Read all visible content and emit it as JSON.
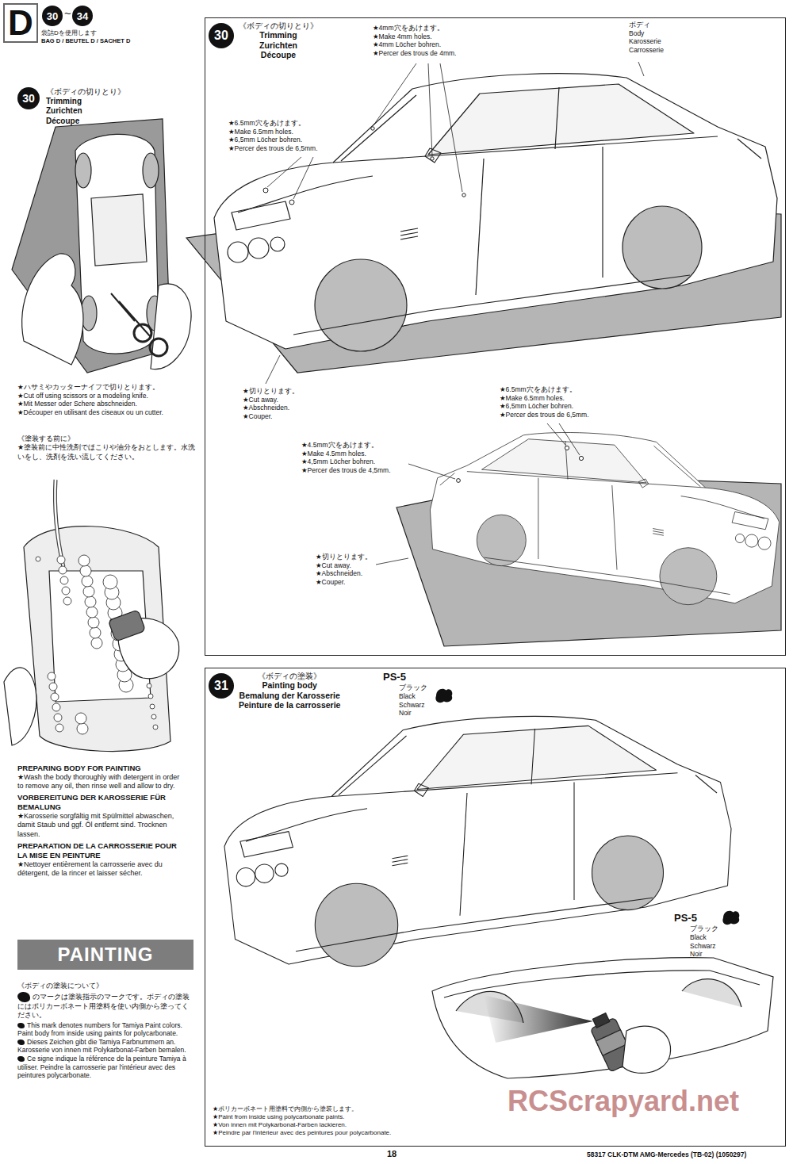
{
  "diagram": {
    "nodes": [
      {
        "text": [
          "D"
        ]
      },
      {
        "text": [
          "30"
        ]
      },
      {
        "text": [
          "34"
        ]
      },
      {
        "text": [
          "30"
        ]
      },
      {
        "text": [
          "《ボディの切りとり》",
          "Trimming",
          "Zurichten",
          "Découpe"
        ]
      },
      {
        "text": [
          "30"
        ],
        "in": 4
      },
      {
        "text": [
          "《ボディの塗装》",
          "Painting body",
          "Bemalung der Karosserie",
          "Peinture de la carrosserie"
        ]
      },
      {
        "text": [
          "31"
        ],
        "in": 6
      },
      {
        "text": [
          "PAINTING"
        ]
      }
    ],
    "labels": [
      "袋詰Dを使用します",
      "BAG D / BEUTEL D / SACHET D",
      "~",
      "《ボディの切りとり》",
      "Trimming",
      "Zurichten",
      "Découpe",
      "★ハサミやカッターナイフで切りとります。",
      "★Cut off using scissors or a modeling knife.",
      "★Mit Messer oder Schere abschneiden.",
      "★Découper en utilisant des ciseaux ou un cutter.",
      "《塗装する前に》",
      "★塗装前に中性洗剤でほこりや油分をおとします。水洗いをし、洗剤を洗い流してください。",
      "PREPARING BODY FOR PAINTING",
      "★Wash the body thoroughly with detergent in order to remove any oil, then rinse well and allow to dry.",
      "VORBEREITUNG DER KAROSSERIE FÜR BEMALUNG",
      "★Karosserie sorgfältig mit Spülmittel abwaschen, damit Staub und ggf. Öl entfernt sind. Trocknen lassen.",
      "PREPARATION DE LA CARROSSERIE POUR LA MISE EN PEINTURE",
      "★Nettoyer entièrement la carrosserie avec du détergent, de la rincer et laisser sécher.",
      "《ボディの塗装について》",
      "のマークは塗装指示のマークです。ボディの塗装にはポリカーボネート用塗料を使い内側から塗ってください。",
      "This mark denotes numbers for Tamiya Paint colors. Paint body from inside using paints for polycarbonate.",
      "Dieses Zeichen gibt die Tamiya Farbnummern an. Karosserie von innen mit Polykarbonat-Farben bemalen.",
      "Ce signe indique la référence de la peinture Tamiya à utiliser. Peindre la carrosserie par l'intérieur avec des peintures polycarbonate.",
      "★4mm穴をあけます。",
      "★Make 4mm holes.",
      "★4mm Löcher bohren.",
      "★Percer des trous de 4mm.",
      "ボディ",
      "Body",
      "Karosserie",
      "Carrosserie",
      "★6.5mm穴をあけます。",
      "★Make 6.5mm holes.",
      "★6,5mm Löcher bohren.",
      "★Percer des trous de 6,5mm.",
      "★切りとります。",
      "★Cut away.",
      "★Abschneiden.",
      "★Couper.",
      "★6.5mm穴をあけます。",
      "★Make 6.5mm holes.",
      "★6,5mm Löcher bohren.",
      "★Percer des trous de 6,5mm.",
      "★4.5mm穴をあけます。",
      "★Make 4.5mm holes.",
      "★4,5mm Löcher bohren.",
      "★Percer des trous de 4,5mm.",
      "★切りとります。",
      "★Cut away.",
      "★Abschneiden.",
      "★Couper.",
      "PS-5",
      "ブラック",
      "Black",
      "Schwarz",
      "Noir",
      "PS-5",
      "ブラック",
      "Black",
      "Schwarz",
      "Noir",
      "★ポリカーボネート用塗料で内側から塗装します。",
      "★Paint from inside using polycarbonate paints.",
      "★Von innen mit Polykarbonat-Farben lackieren.",
      "★Peindre par l'intérieur avec des peintures pour polycarbonate.",
      "18",
      "58317 CLK-DTM AMG-Mercedes (TB-02) (1050297)",
      "RCScrapyard.net"
    ]
  }
}
